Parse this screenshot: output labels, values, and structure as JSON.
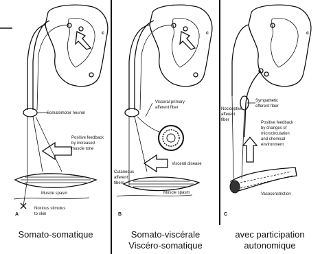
{
  "panels": [
    {
      "letter": "A",
      "side_letter": "c",
      "labels": {
        "neuron": "Somatomotor neuron",
        "feedback_1": "Positive feedback",
        "feedback_2": "by increased",
        "feedback_3": "muscle tone",
        "spasm": "Muscle spasm",
        "noxious_1": "Noxious stimulus",
        "noxious_2": "to skin"
      }
    },
    {
      "letter": "B",
      "side_letter": "c",
      "labels": {
        "visceral_1": "Visceral primary",
        "visceral_2": "afferent fiber",
        "disease": "Visceral disease",
        "cutaneous_1": "Cutaneous",
        "cutaneous_2": "afferent",
        "cutaneous_3": "fibers",
        "spasm": "Muscle spasm"
      }
    },
    {
      "letter": "C",
      "side_letter": "c",
      "labels": {
        "sympathetic_1": "Sympathetic",
        "sympathetic_2": "efferent fiber",
        "nociceptive_1": "Nociceptive",
        "nociceptive_2": "afferent",
        "nociceptive_3": "fiber",
        "feedback_1": "Positive feedback",
        "feedback_2": "by changes of",
        "feedback_3": "microcirculation",
        "feedback_4": "and chemical",
        "feedback_5": "environment",
        "vaso": "Vasoconstriction"
      }
    }
  ],
  "captions": {
    "left": "Somato-somatique",
    "middle_1": "Somato-viscérale",
    "middle_2": "Viscéro-somatique",
    "right_1": "avec participation",
    "right_2": "autonomique"
  }
}
